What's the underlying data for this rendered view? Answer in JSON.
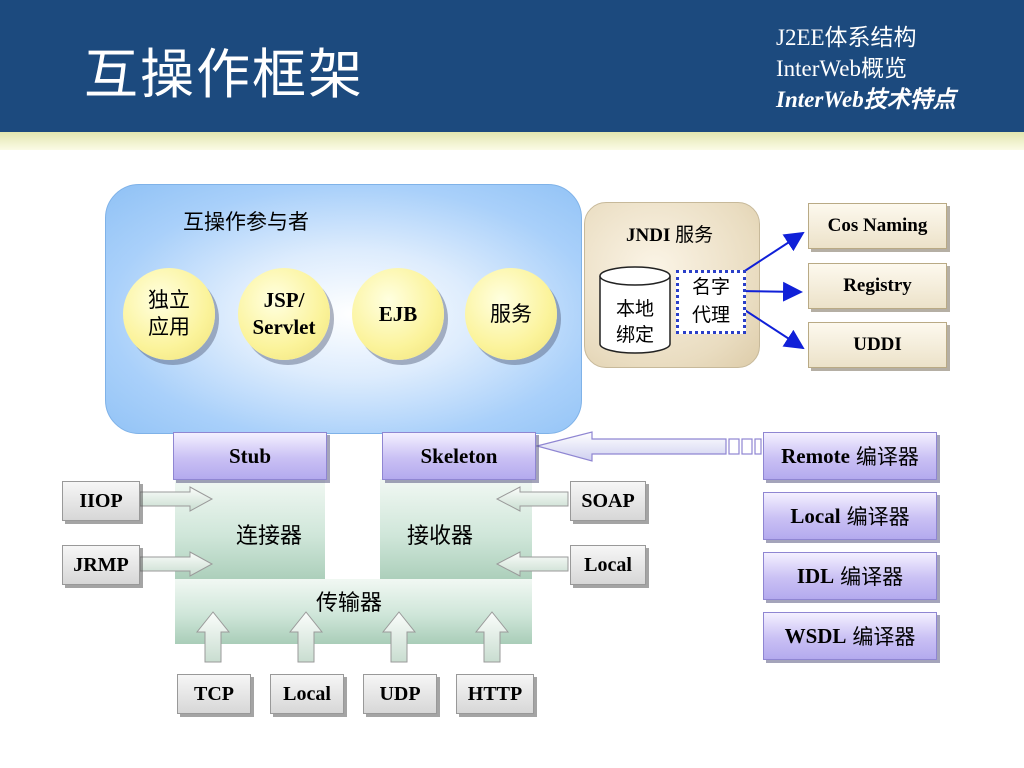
{
  "slide": {
    "title": "互操作框架",
    "nav": [
      "J2EE体系结构",
      "InterWeb概览",
      "InterWeb技术特点"
    ]
  },
  "participants": {
    "label": "互操作参与者",
    "items": [
      {
        "line1": "独立",
        "line2": "应用"
      },
      {
        "line1": "JSP/",
        "line2": "Servlet"
      },
      {
        "line1": "EJB",
        "line2": ""
      },
      {
        "line1": "服务",
        "line2": ""
      }
    ]
  },
  "jndi": {
    "label_en": "JNDI",
    "label_cn": "服务",
    "local_binding": [
      "本地",
      "绑定"
    ],
    "name_proxy": [
      "名字",
      "代理"
    ]
  },
  "naming_services": [
    "Cos Naming",
    "Registry",
    "UDDI"
  ],
  "stub": "Stub",
  "skeleton": "Skeleton",
  "connector": "连接器",
  "receiver": "接收器",
  "transport": "传输器",
  "client_protocols": [
    "IIOP",
    "JRMP"
  ],
  "server_protocols": [
    "SOAP",
    "Local"
  ],
  "transports": [
    "TCP",
    "Local",
    "UDP",
    "HTTP"
  ],
  "compilers": [
    {
      "name": "Remote",
      "suffix": "编译器"
    },
    {
      "name": "Local",
      "suffix": "编译器"
    },
    {
      "name": "IDL",
      "suffix": "编译器"
    },
    {
      "name": "WSDL",
      "suffix": "编译器"
    }
  ],
  "colors": {
    "header": "#1c4a7e",
    "arrow_blue": "#1020d8",
    "participant_fill": "#fbf39a",
    "panel_blue": "#a9d0fa"
  }
}
